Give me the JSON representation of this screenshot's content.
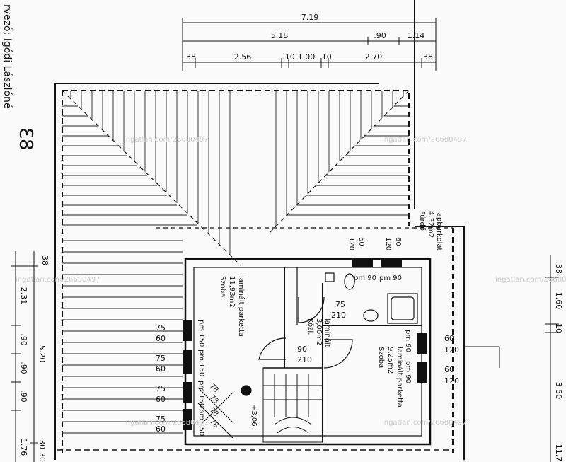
{
  "side_note": "rvező: Igódi Lászlóné",
  "side_initial": "Ɛ8",
  "top_dims": {
    "overall": "7.19",
    "row2": [
      "5.18",
      ".90",
      "1.14"
    ],
    "row3": [
      "38",
      "2.56",
      ".10",
      "1.00",
      ".10",
      "2.70",
      "38"
    ]
  },
  "left_dims": [
    "38",
    "2.31",
    ".90",
    ".90",
    ".90",
    "1.76",
    "5.20",
    "30",
    "30"
  ],
  "right_dims": [
    "38",
    "1.60",
    "10",
    "3.50",
    "11.7"
  ],
  "rooms": [
    {
      "name": "Szoba",
      "area": "11,93m2",
      "floor": "laminált parketta"
    },
    {
      "name": "Közl.",
      "area": "3,00m2",
      "floor": "laminált"
    },
    {
      "name": "Szoba",
      "area": "9,25m2",
      "floor": "laminált parketta"
    },
    {
      "name": "Fürdő",
      "area": "4,32m2",
      "floor": "lapburkolat"
    }
  ],
  "windows_left": [
    {
      "w": "75",
      "h": "60",
      "label": "pm 150"
    },
    {
      "w": "75",
      "h": "60",
      "label": "pm 150"
    },
    {
      "w": "75",
      "h": "60",
      "label": "pm 150"
    },
    {
      "w": "75",
      "h": "60",
      "label": "pm 150"
    }
  ],
  "windows_top": [
    {
      "w": "60",
      "h": "120",
      "label": "pm 90"
    },
    {
      "w": "60",
      "h": "120",
      "label": "pm 90"
    }
  ],
  "windows_right": [
    {
      "w": "60",
      "h": "120",
      "label": "pm 90"
    },
    {
      "w": "60",
      "h": "120",
      "label": "pm 90"
    }
  ],
  "doors": [
    {
      "w": "75",
      "h": "210"
    },
    {
      "w": "90",
      "h": "210"
    }
  ],
  "stair_level": "+3,06",
  "stair_steps": [
    "78",
    "78",
    "78",
    "78"
  ],
  "watermark": "ingatlan.com/26680497"
}
